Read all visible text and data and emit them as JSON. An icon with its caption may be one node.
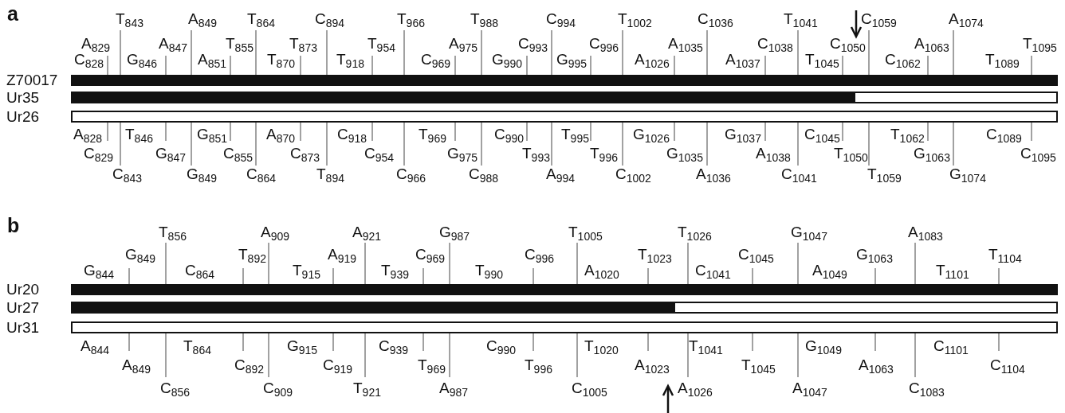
{
  "diagram": {
    "nodes": [
      {
        "text": [],
        "shape": "bar",
        "beside": [
          "Z70017",
          "T$_{843}$",
          "A$_{849}$",
          "T$_{864}$",
          "C$_{894}$",
          "T$_{966}$",
          "T$_{988}$",
          "C$_{994}$",
          "T$_{1002}$",
          "C$_{1036}$",
          "T$_{1041}$",
          "C$_{1059}$",
          "A$_{1074}$",
          "A$_{829}$",
          "A$_{847}$",
          "T$_{855}$",
          "T$_{873}$",
          "T$_{954}$",
          "A$_{975}$",
          "C$_{993}$",
          "C$_{996}$",
          "A$_{1035}$",
          "C$_{1038}$",
          "C$_{1050}$",
          "A$_{1063}$",
          "T$_{1095}$",
          "C$_{828}$",
          "G$_{846}$",
          "A$_{851}$",
          "T$_{870}$",
          "T$_{918}$",
          "C$_{969}$",
          "G$_{990}$",
          "G$_{995}$",
          "A$_{1026}$",
          "A$_{1037}$",
          "T$_{1045}$",
          "C$_{1062}$",
          "T$_{1089}$"
        ]
      },
      {
        "text": [],
        "shape": "bar",
        "beside": [
          "Ur35"
        ]
      },
      {
        "text": [],
        "shape": "bar",
        "beside": [
          "Ur26",
          "A$_{828}$",
          "T$_{846}$",
          "G$_{851}$",
          "A$_{870}$",
          "C$_{918}$",
          "T$_{969}$",
          "C$_{990}$",
          "T$_{995}$",
          "G$_{1026}$",
          "G$_{1037}$",
          "C$_{1045}$",
          "T$_{1062}$",
          "C$_{1089}$",
          "C$_{829}$",
          "G$_{847}$",
          "C$_{855}$",
          "C$_{873}$",
          "C$_{954}$",
          "G$_{975}$",
          "T$_{993}$",
          "T$_{996}$",
          "G$_{1035}$",
          "A$_{1038}$",
          "T$_{1050}$",
          "G$_{1063}$",
          "C$_{1095}$",
          "C$_{843}$",
          "G$_{849}$",
          "C$_{864}$",
          "T$_{894}$",
          "C$_{966}$",
          "C$_{988}$",
          "A$_{994}$",
          "C$_{1002}$",
          "A$_{1036}$",
          "C$_{1041}$",
          "T$_{1059}$",
          "G$_{1074}$"
        ]
      },
      {
        "text": [],
        "shape": "bar",
        "beside": [
          "Ur20",
          "T$_{856}$",
          "A$_{909}$",
          "A$_{921}$",
          "G$_{987}$",
          "T$_{1005}$",
          "T$_{1026}$",
          "G$_{1047}$",
          "A$_{1083}$",
          "G$_{849}$",
          "T$_{892}$",
          "A$_{919}$",
          "C$_{969}$",
          "C$_{996}$",
          "T$_{1023}$",
          "C$_{1045}$",
          "G$_{1063}$",
          "T$_{1104}$",
          "G$_{844}$",
          "C$_{864}$",
          "T$_{915}$",
          "T$_{939}$",
          "T$_{990}$",
          "A$_{1020}$",
          "C$_{1041}$",
          "A$_{1049}$",
          "T$_{1101}$"
        ]
      },
      {
        "text": [],
        "shape": "bar",
        "beside": [
          "Ur27"
        ]
      },
      {
        "text": [],
        "shape": "bar",
        "beside": [
          "Ur31",
          "A$_{844}$",
          "T$_{864}$",
          "G$_{915}$",
          "C$_{939}$",
          "C$_{990}$",
          "T$_{1020}$",
          "T$_{1041}$",
          "G$_{1049}$",
          "C$_{1101}$",
          "A$_{849}$",
          "C$_{892}$",
          "C$_{919}$",
          "T$_{969}$",
          "T$_{996}$",
          "A$_{1023}$",
          "T$_{1045}$",
          "A$_{1063}$",
          "C$_{1104}$",
          "C$_{856}$",
          "C$_{909}$",
          "T$_{921}$",
          "A$_{987}$",
          "C$_{1005}$",
          "A$_{1026}$",
          "A$_{1047}$",
          "C$_{1083}$"
        ]
      }
    ],
    "labels": [
      "a",
      "b"
    ]
  }
}
